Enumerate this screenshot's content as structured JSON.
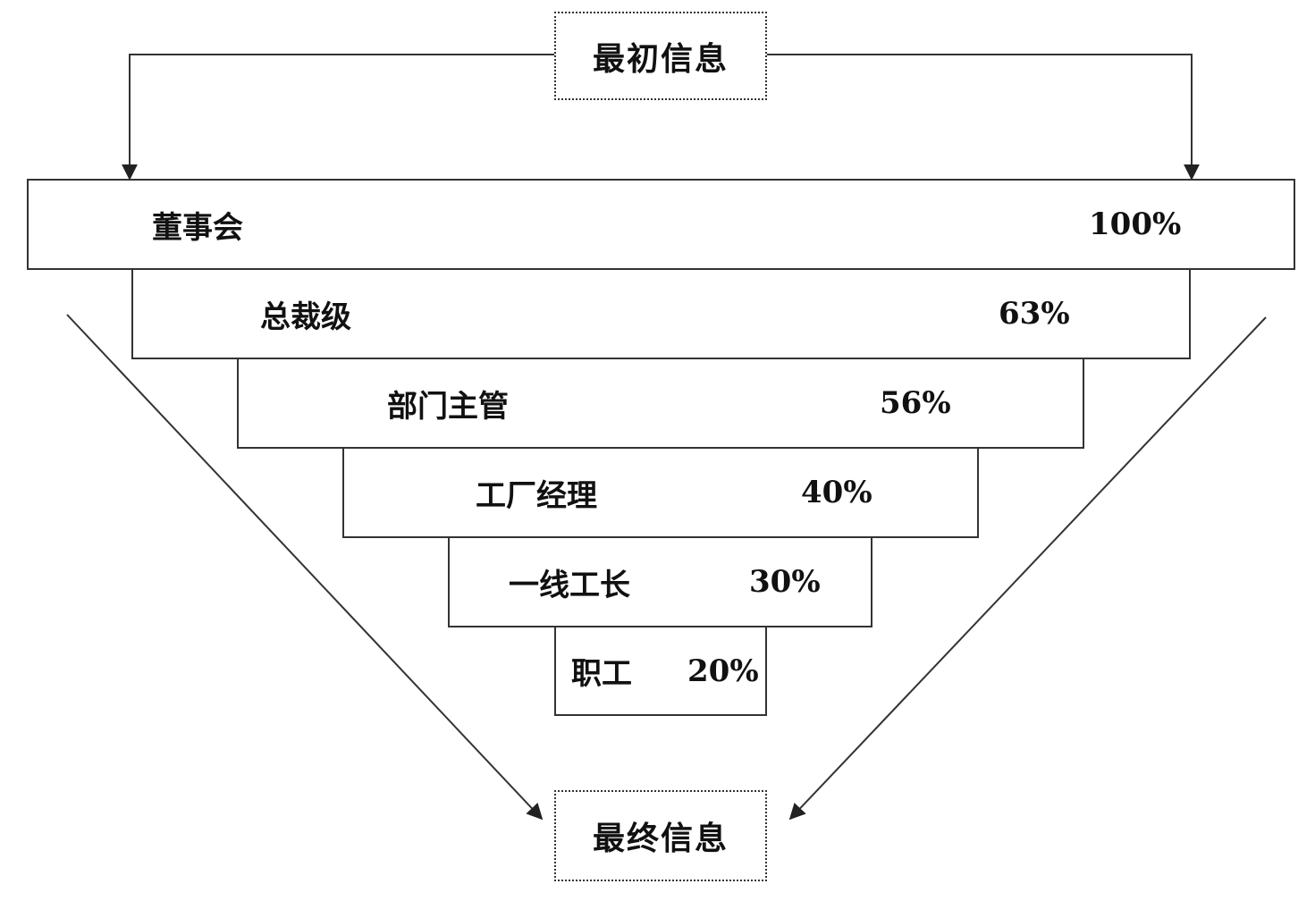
{
  "top_box": {
    "label": "最初信息"
  },
  "bottom_box": {
    "label": "最终信息"
  },
  "levels": [
    {
      "name": "董事会",
      "percent": "100%"
    },
    {
      "name": "总裁级",
      "percent": "63%"
    },
    {
      "name": "部门主管",
      "percent": "56%"
    },
    {
      "name": "工厂经理",
      "percent": "40%"
    },
    {
      "name": "一线工长",
      "percent": "30%"
    },
    {
      "name": "职工",
      "percent": "20%"
    }
  ]
}
